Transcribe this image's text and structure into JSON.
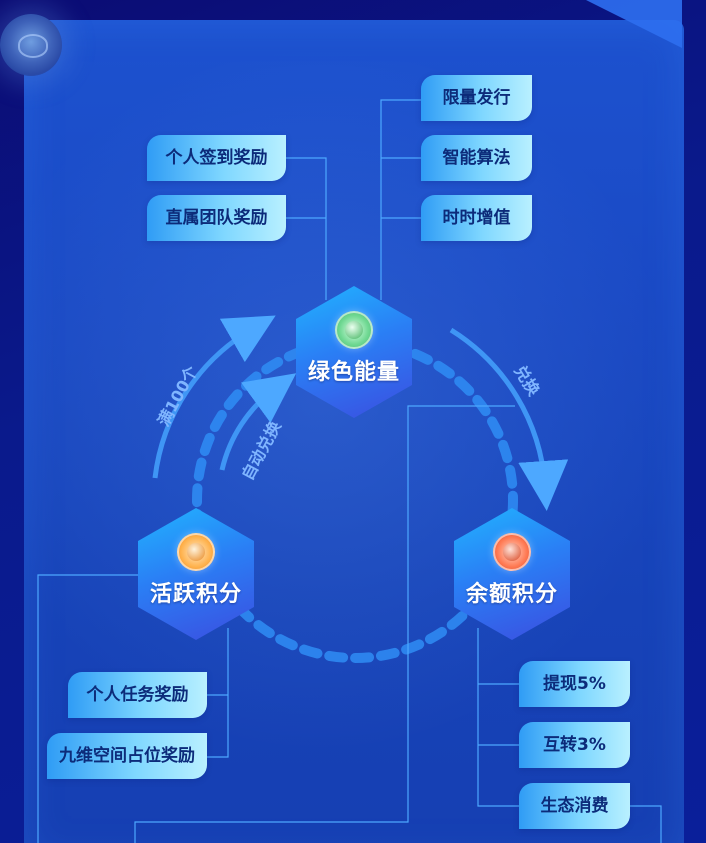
{
  "nodes": {
    "green_energy": {
      "label": "绿色能量",
      "coin_icon": "green-coin-icon"
    },
    "active_points": {
      "label": "活跃积分",
      "coin_icon": "orange-coin-icon"
    },
    "balance_points": {
      "label": "余额积分",
      "coin_icon": "red-coin-icon"
    }
  },
  "green_energy_sources": [
    "个人签到奖励",
    "直属团队奖励"
  ],
  "green_energy_features": [
    "限量发行",
    "智能算法",
    "时时增值"
  ],
  "active_points_sources": [
    "个人任务奖励",
    "九维空间占位奖励"
  ],
  "balance_points_uses": [
    "提现5%",
    "互转3%",
    "生态消费"
  ],
  "arrows": {
    "full_100": "满100个",
    "auto_exchange": "自动兑换",
    "exchange": "兑换"
  },
  "colors": {
    "background": "#0b0c74",
    "panel": "#1d52cf",
    "tag_gradient_start": "#2f9cf5",
    "tag_gradient_end": "#b9f0ff",
    "hex_gradient_start": "#21b4ff",
    "hex_gradient_end": "#3b4ee0",
    "connector": "#4da8ff"
  }
}
